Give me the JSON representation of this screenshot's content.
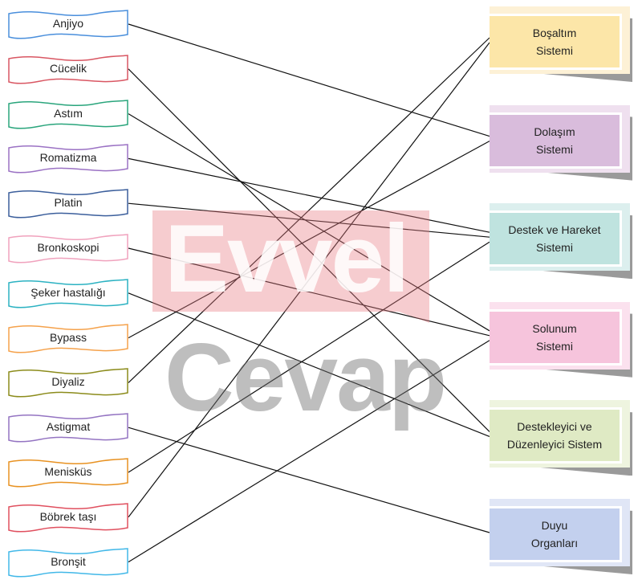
{
  "terms": [
    {
      "label": "Anjiyo",
      "color": "#4a8fdc"
    },
    {
      "label": "Cücelik",
      "color": "#d95763"
    },
    {
      "label": "Astım",
      "color": "#2aa57c"
    },
    {
      "label": "Romatizma",
      "color": "#9b72c4"
    },
    {
      "label": "Platin",
      "color": "#3c5f9c"
    },
    {
      "label": "Bronkoskopi",
      "color": "#f0a2bd"
    },
    {
      "label": "Şeker hastalığı",
      "color": "#2cb2c2"
    },
    {
      "label": "Bypass",
      "color": "#f5a24c"
    },
    {
      "label": "Diyaliz",
      "color": "#8c8c1c"
    },
    {
      "label": "Astigmat",
      "color": "#9474c2"
    },
    {
      "label": "Menisküs",
      "color": "#e89222"
    },
    {
      "label": "Böbrek taşı",
      "color": "#e0505f"
    },
    {
      "label": "Bronşit",
      "color": "#42b8e8"
    }
  ],
  "systems": [
    {
      "line1": "Boşaltım",
      "line2": "Sistemi",
      "outer": "#fdf1d6",
      "inner": "#fce6a8"
    },
    {
      "line1": "Dolaşım",
      "line2": "Sistemi",
      "outer": "#efe0ef",
      "inner": "#d9bcdc"
    },
    {
      "line1": "Destek ve Hareket",
      "line2": "Sistemi",
      "outer": "#dcefee",
      "inner": "#bfe3df"
    },
    {
      "line1": "Solunum",
      "line2": "Sistemi",
      "outer": "#fbe1ee",
      "inner": "#f6c4dc"
    },
    {
      "line1": "Destekleyici ve",
      "line2": "Düzenleyici Sistem",
      "outer": "#eef4df",
      "inner": "#dfeac4"
    },
    {
      "line1": "Duyu",
      "line2": "Organları",
      "outer": "#e0e6f6",
      "inner": "#c3d0ee"
    }
  ],
  "connections": [
    {
      "term": 0,
      "system": 1
    },
    {
      "term": 1,
      "system": 4
    },
    {
      "term": 2,
      "system": 3
    },
    {
      "term": 3,
      "system": 2
    },
    {
      "term": 4,
      "system": 2
    },
    {
      "term": 5,
      "system": 3
    },
    {
      "term": 6,
      "system": 4
    },
    {
      "term": 7,
      "system": 1
    },
    {
      "term": 8,
      "system": 0
    },
    {
      "term": 9,
      "system": 5
    },
    {
      "term": 10,
      "system": 2
    },
    {
      "term": 11,
      "system": 0
    },
    {
      "term": 12,
      "system": 3
    }
  ],
  "watermark": {
    "word1": "Evvel",
    "word2": "Cevap"
  }
}
